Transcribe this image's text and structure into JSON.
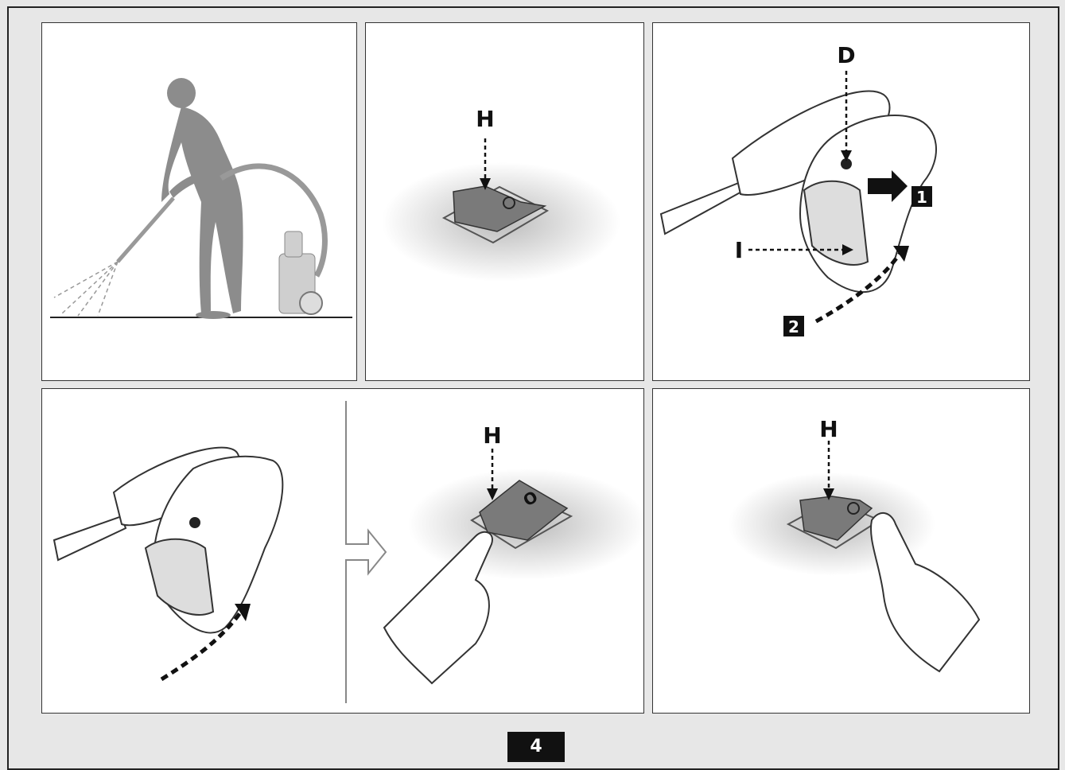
{
  "labels": {
    "h": "H",
    "d": "D",
    "i": "I",
    "step1": "1",
    "step2": "2"
  },
  "page_number": "4",
  "colors": {
    "background": "#e7e7e7",
    "panel": "#ffffff",
    "switch": "#7a7a7a",
    "silhouette": "#8c8c8c",
    "ink": "#111111"
  }
}
